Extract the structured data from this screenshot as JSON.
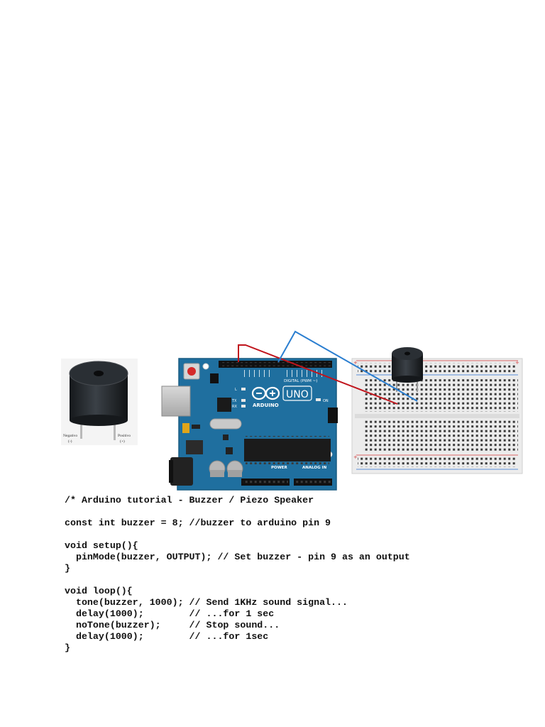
{
  "figure": {
    "buzzer_labels": {
      "negative": "Negativo",
      "negative_sign": "(-)",
      "positive": "Positivo",
      "positive_sign": "(+)"
    },
    "arduino": {
      "digital_label": "DIGITAL (PWM ~)",
      "brand": "ARDUINO",
      "model": "UNO",
      "power_label": "POWER",
      "analog_label": "ANALOG IN",
      "led_l": "L",
      "led_tx": "TX",
      "led_rx": "RX",
      "led_on": "ON"
    },
    "colors": {
      "board": "#1f6f9f",
      "wire_red": "#c0141c",
      "wire_blue": "#2a7ed0",
      "buzzer": "#1e2226"
    }
  },
  "code": {
    "lines": [
      "/* Arduino tutorial - Buzzer / Piezo Speaker",
      "",
      "const int buzzer = 8; //buzzer to arduino pin 9",
      "",
      "void setup(){",
      "  pinMode(buzzer, OUTPUT); // Set buzzer - pin 9 as an output",
      "}",
      "",
      "void loop(){",
      "  tone(buzzer, 1000); // Send 1KHz sound signal...",
      "  delay(1000);        // ...for 1 sec",
      "  noTone(buzzer);     // Stop sound...",
      "  delay(1000);        // ...for 1sec",
      "}"
    ]
  }
}
